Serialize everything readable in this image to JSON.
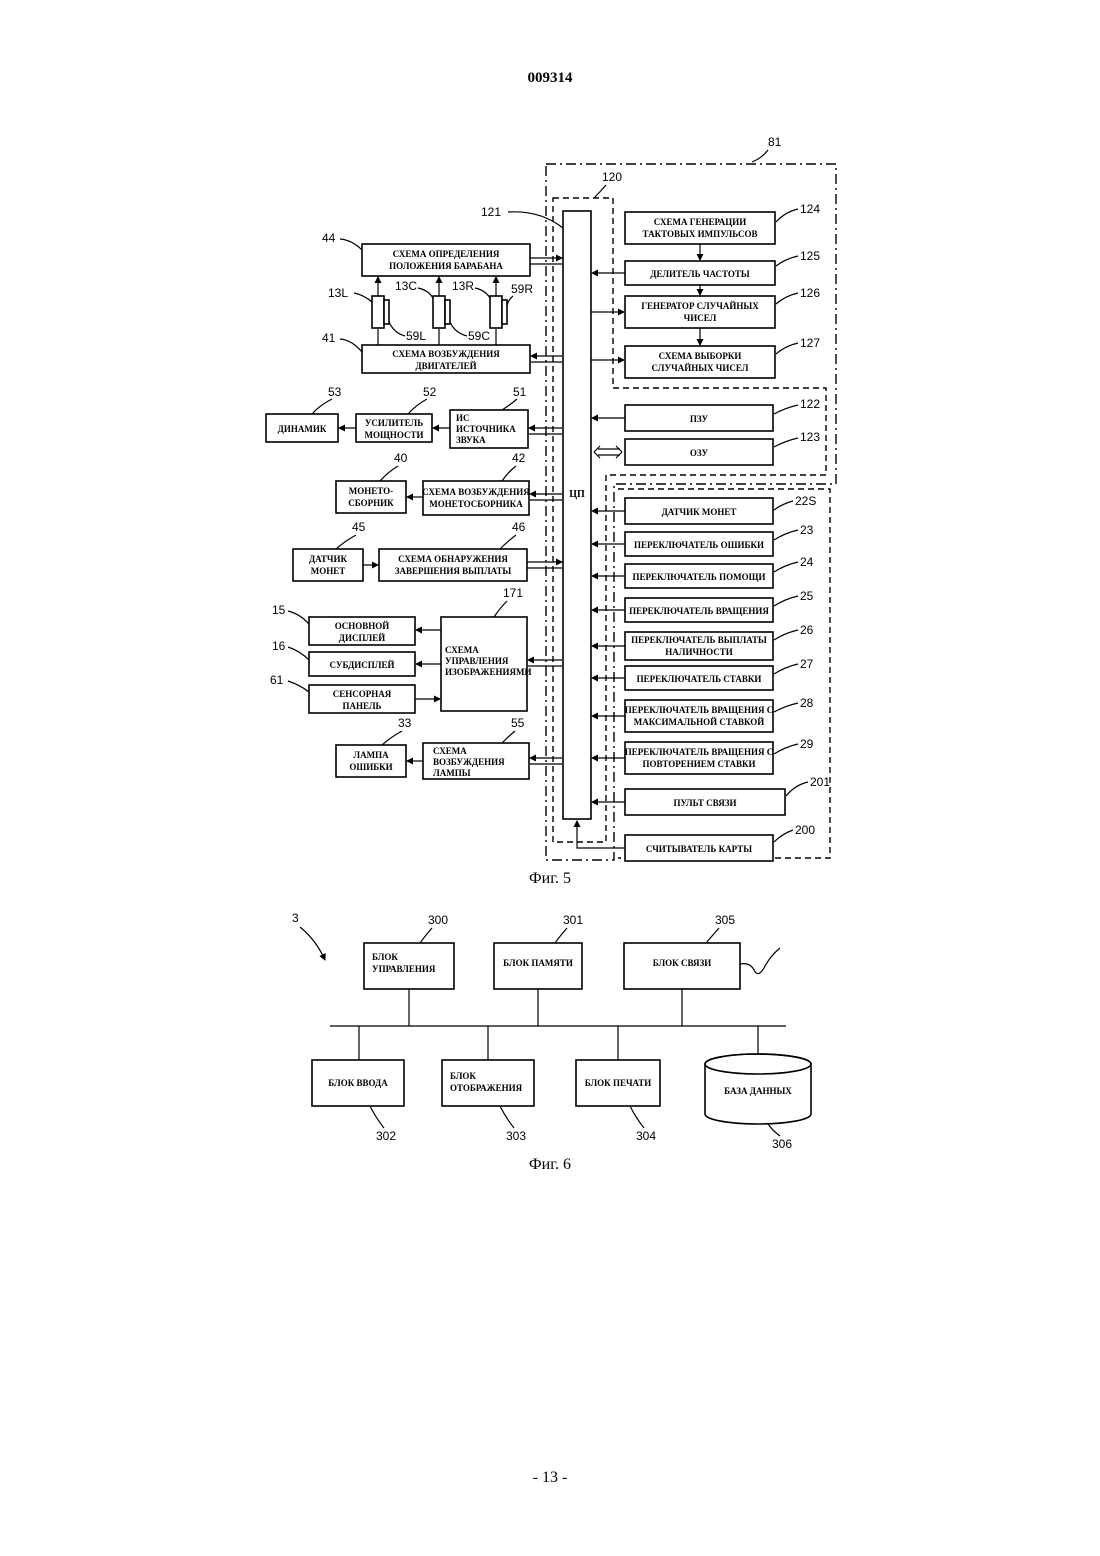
{
  "header": {
    "doc_number": "009314"
  },
  "footer": {
    "page_number": "- 13 -"
  },
  "fig5": {
    "caption": "Фиг. 5",
    "refs": {
      "r81": "81",
      "r120": "120",
      "r121": "121",
      "r124": "124",
      "r125": "125",
      "r126": "126",
      "r127": "127",
      "r122": "122",
      "r123": "123",
      "r22s": "22S",
      "r23": "23",
      "r24": "24",
      "r25": "25",
      "r26": "26",
      "r27": "27",
      "r28": "28",
      "r29": "29",
      "r201": "201",
      "r200": "200",
      "r44": "44",
      "r41": "41",
      "r13l": "13L",
      "r13c": "13C",
      "r13r": "13R",
      "r59r": "59R",
      "r59l": "59L",
      "r59c": "59C",
      "r53": "53",
      "r52": "52",
      "r51": "51",
      "r40": "40",
      "r42": "42",
      "r45": "45",
      "r46": "46",
      "r171": "171",
      "r15": "15",
      "r16": "16",
      "r61": "61",
      "r33": "33",
      "r55": "55"
    },
    "blocks": {
      "clock_l1": "СХЕМА ГЕНЕРАЦИИ",
      "clock_l2": "ТАКТОВЫХ ИМПУЛЬСОВ",
      "divider": "ДЕЛИТЕЛЬ ЧАСТОТЫ",
      "rng_l1": "ГЕНЕРАТОР СЛУЧАЙНЫХ",
      "rng_l2": "ЧИСЕЛ",
      "sampler_l1": "СХЕМА ВЫБОРКИ",
      "sampler_l2": "СЛУЧАЙНЫХ ЧИСЕЛ",
      "rom": "ПЗУ",
      "ram": "ОЗУ",
      "cpu": "ЦП",
      "coin_sensor": "ДАТЧИК МОНЕТ",
      "error_switch": "ПЕРЕКЛЮЧАТЕЛЬ ОШИБКИ",
      "help_switch": "ПЕРЕКЛЮЧАТЕЛЬ ПОМОЩИ",
      "spin_switch": "ПЕРЕКЛЮЧАТЕЛЬ ВРАЩЕНИЯ",
      "cashout_l1": "ПЕРЕКЛЮЧАТЕЛЬ ВЫПЛАТЫ",
      "cashout_l2": "НАЛИЧНОСТИ",
      "bet_switch": "ПЕРЕКЛЮЧАТЕЛЬ СТАВКИ",
      "maxbet_l1": "ПЕРЕКЛЮЧАТЕЛЬ ВРАЩЕНИЯ С",
      "maxbet_l2": "МАКСИМАЛЬНОЙ СТАВКОЙ",
      "repeat_l1": "ПЕРЕКЛЮЧАТЕЛЬ ВРАЩЕНИЯ С",
      "repeat_l2": "ПОВТОРЕНИЕМ СТАВКИ",
      "comm": "ПУЛЬТ СВЯЗИ",
      "card": "СЧИТЫВАТЕЛЬ КАРТЫ",
      "reel_pos_l1": "СХЕМА ОПРЕДЕЛЕНИЯ",
      "reel_pos_l2": "ПОЛОЖЕНИЯ БАРАБАНА",
      "motor_l1": "СХЕМА ВОЗБУЖДЕНИЯ",
      "motor_l2": "ДВИГАТЕЛЕЙ",
      "speaker": "ДИНАМИК",
      "amp_l1": "УСИЛИТЕЛЬ",
      "amp_l2": "МОЩНОСТИ",
      "sound_l1": "ИС",
      "sound_l2": "ИСТОЧНИКА",
      "sound_l3": "ЗВУКА",
      "hopper_l1": "МОНЕТО-",
      "hopper_l2": "СБОРНИК",
      "hopper_drv_l1": "СХЕМА ВОЗБУЖДЕНИЯ",
      "hopper_drv_l2": "МОНЕТОСБОРНИКА",
      "coin_sensor2_l1": "ДАТЧИК",
      "coin_sensor2_l2": "МОНЕТ",
      "payout_l1": "СХЕМА ОБНАРУЖЕНИЯ",
      "payout_l2": "ЗАВЕРШЕНИЯ ВЫПЛАТЫ",
      "main_disp_l1": "ОСНОВНОЙ",
      "main_disp_l2": "ДИСПЛЕЙ",
      "sub_disp": "СУБДИСПЛЕЙ",
      "touch_l1": "СЕНСОРНАЯ",
      "touch_l2": "ПАНЕЛЬ",
      "img_ctrl_l1": "СХЕМА",
      "img_ctrl_l2": "УПРАВЛЕНИЯ",
      "img_ctrl_l3": "ИЗОБРАЖЕНИЯМИ",
      "lamp_l1": "ЛАМПА",
      "lamp_l2": "ОШИБКИ",
      "lamp_drv_l1": "СХЕМА",
      "lamp_drv_l2": "ВОЗБУЖДЕНИЯ",
      "lamp_drv_l3": "ЛАМПЫ"
    }
  },
  "fig6": {
    "caption": "Фиг. 6",
    "refs": {
      "r3": "3",
      "r300": "300",
      "r301": "301",
      "r305": "305",
      "r302": "302",
      "r303": "303",
      "r304": "304",
      "r306": "306"
    },
    "blocks": {
      "control_l1": "БЛОК",
      "control_l2": "УПРАВЛЕНИЯ",
      "memory": "БЛОК ПАМЯТИ",
      "comm": "БЛОК СВЯЗИ",
      "input": "БЛОК ВВОДА",
      "display_l1": "БЛОК",
      "display_l2": "ОТОБРАЖЕНИЯ",
      "print": "БЛОК ПЕЧАТИ",
      "database": "БАЗА ДАННЫХ"
    }
  }
}
